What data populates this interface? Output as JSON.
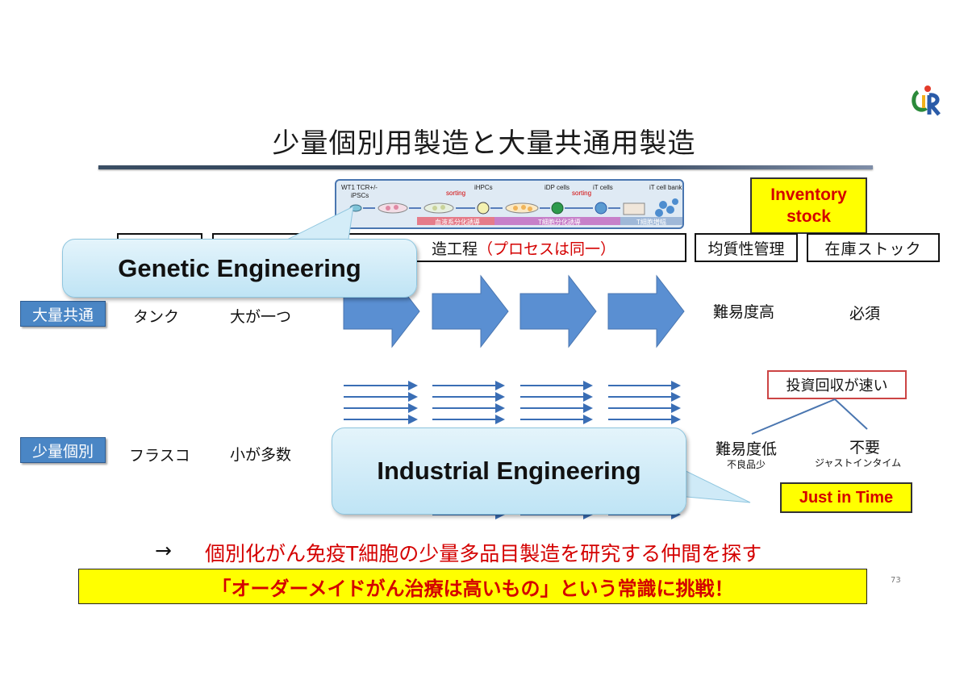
{
  "title": "少量個別用製造と大量共通用製造",
  "header_boxes": {
    "process": "造工程",
    "process_note": "（プロセスは同一）",
    "quality": "均質性管理",
    "stock": "在庫ストック"
  },
  "inventory_stock": "Inventory stock",
  "process_strip": {
    "start": "WT1 TCR+/-",
    "start2": "iPSCs",
    "ihpcs": "iHPCs",
    "idp": "iDP cells",
    "it": "iT cells",
    "bank": "iT cell bank",
    "sorting1": "sorting",
    "sorting2": "sorting",
    "band1": "血液系分化誘導",
    "band2": "T細胞分化誘導",
    "band3": "T細胞増幅"
  },
  "callouts": {
    "genetic": "Genetic Engineering",
    "industrial": "Industrial Engineering"
  },
  "rows": {
    "mass": {
      "label": "大量共通",
      "vessel": "タンク",
      "scale": "大が一つ",
      "difficulty": "難易度高",
      "stock": "必須"
    },
    "small": {
      "label": "少量個別",
      "vessel": "フラスコ",
      "scale": "小が多数",
      "difficulty": "難易度低",
      "difficulty_note": "不良品少",
      "stock": "不要",
      "stock_note": "ジャストインタイム"
    }
  },
  "quick_return": "投資回収が速い",
  "just_in_time": "Just in Time",
  "bottom_arrow": "→",
  "bottom_message": "個別化がん免疫T細胞の少量多品目製造を研究する仲間を探す",
  "challenge": "「オーダーメイドがん治療は高いもの」という常識に挑戦！",
  "page_number": "73",
  "colors": {
    "accent_red": "#d40000",
    "highlight_yellow": "#ffff00",
    "row_label_blue": "#4a86c5",
    "arrow_blue": "#4a82c8"
  }
}
